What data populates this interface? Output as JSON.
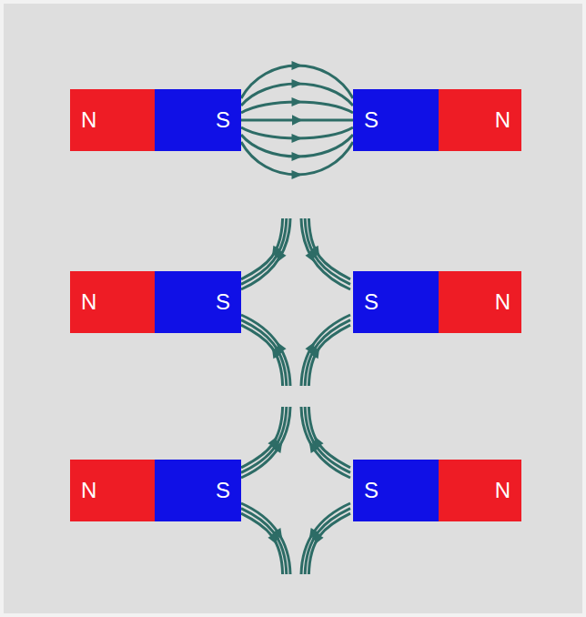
{
  "diagram": {
    "nodes": [
      {
        "text": [
          "N"
        ]
      },
      {
        "text": [
          "S"
        ]
      },
      {
        "text": [
          "S"
        ]
      },
      {
        "text": [
          "N"
        ]
      },
      {
        "text": [
          "N"
        ]
      },
      {
        "text": [
          "S"
        ]
      },
      {
        "text": [
          "S"
        ]
      },
      {
        "text": [
          "N"
        ]
      },
      {
        "text": [
          "N"
        ]
      },
      {
        "text": [
          "S"
        ]
      },
      {
        "text": [
          "S"
        ]
      },
      {
        "text": [
          "N"
        ]
      }
    ],
    "edges": [
      {
        "from": 1,
        "to": 2,
        "arrow": "to"
      }
    ]
  }
}
